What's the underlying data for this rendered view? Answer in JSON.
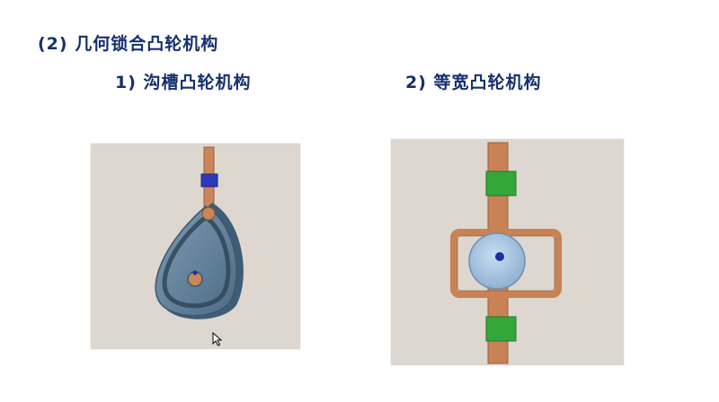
{
  "slide": {
    "heading": "(2) 几何锁合凸轮机构",
    "items": [
      {
        "label": "1) 沟槽凸轮机构"
      },
      {
        "label": "2) 等宽凸轮机构"
      }
    ]
  },
  "colors": {
    "heading_text": "#16306e",
    "panel_bg": "#ddd7d0",
    "follower": "#c9865a",
    "cam_blue": "#5b7d99",
    "slider_block_blue": "#2b3bb8",
    "guide_green": "#35a73a",
    "frame_orange": "#c98255",
    "disc_light_blue": "#a9c8e6"
  },
  "icons": [
    "mouse-pointer-icon"
  ]
}
